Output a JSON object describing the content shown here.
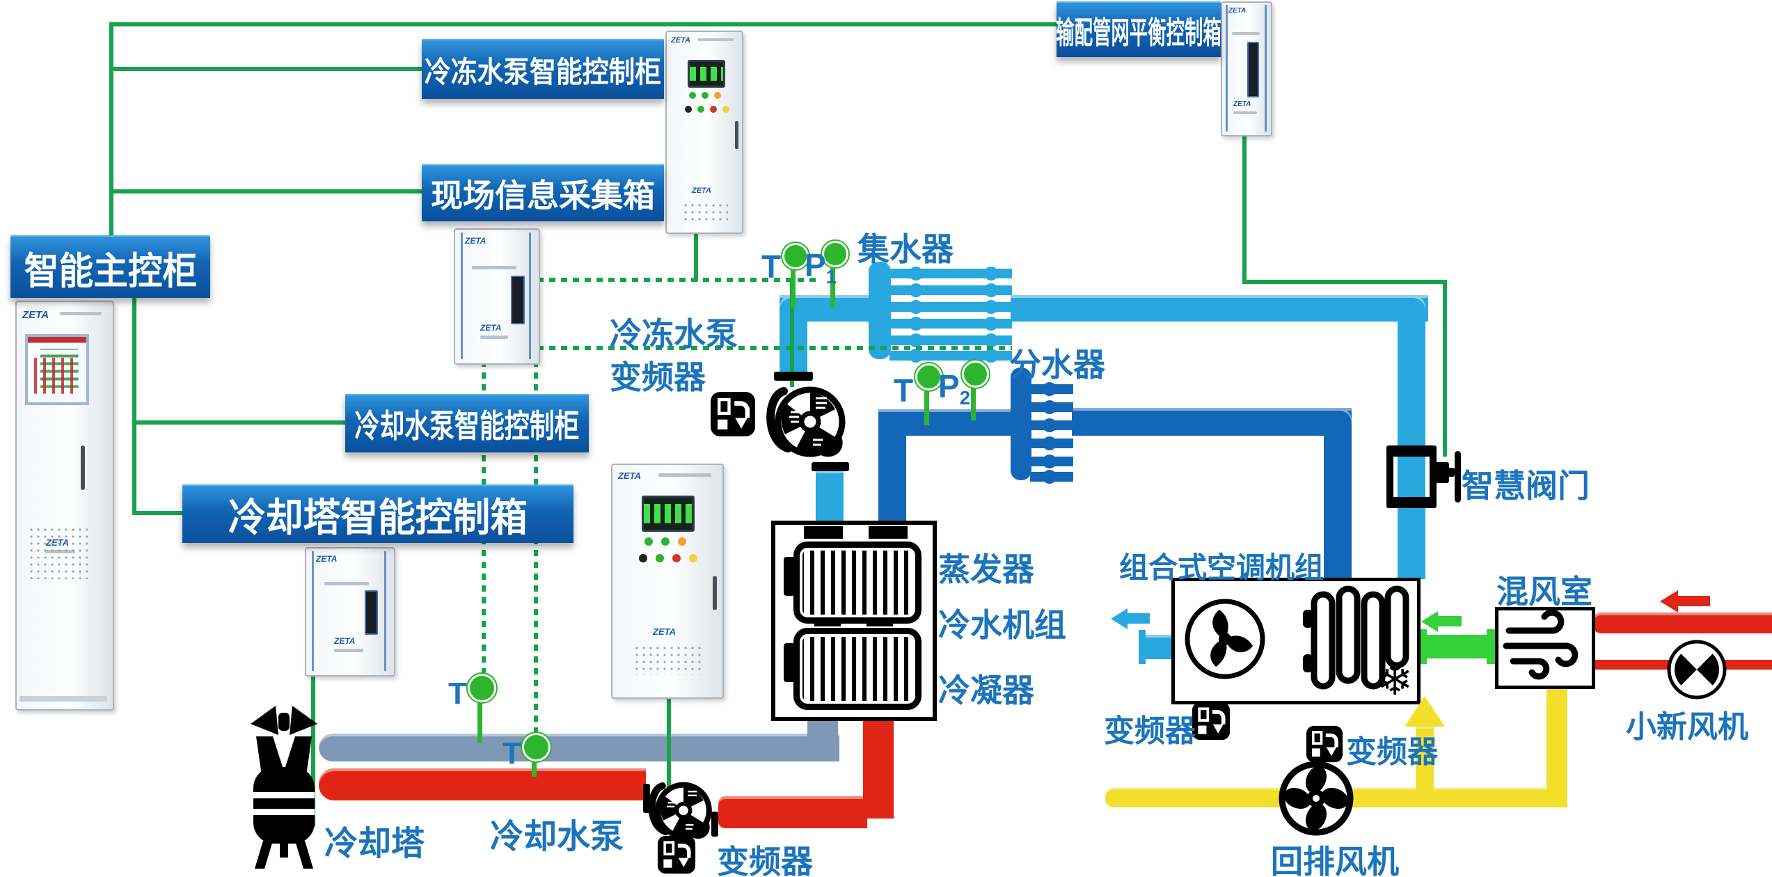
{
  "brand": {
    "zeta": "ZETA"
  },
  "banners": {
    "dispatch": "输配管网平衡控制箱",
    "chilled_pump": "冷冻水泵智能控制柜",
    "field_info": "现场信息采集箱",
    "master": "智能主控柜",
    "cooling_pump": "冷却水泵智能控制柜",
    "cooling_tower": "冷却塔智能控制箱"
  },
  "labels": {
    "collector": "集水器",
    "distributor": "分水器",
    "chilled_vfd_line1": "冷冻水泵",
    "chilled_vfd_line2": "变频器",
    "evaporator": "蒸发器",
    "chiller": "冷水机组",
    "condenser": "冷凝器",
    "ahu": "组合式空调机组",
    "mixing_room": "混风室",
    "smart_valve": "智慧阀门",
    "fresh_fan": "小新风机",
    "vfd_ahu": "变频器",
    "vfd_return_fan": "变频器",
    "vfd_cooling_pump": "变频器",
    "return_fan": "回排风机",
    "cooling_tower": "冷却塔",
    "cooling_pump": "冷却水泵"
  },
  "sensors": {
    "t": "T",
    "p": "P",
    "p1_sub": "1",
    "p2_sub": "2"
  },
  "colors": {
    "banner_blue": "#1266b4",
    "label_blue": "#1b74bc",
    "line_green": "#17a24b",
    "bright_green": "#35d13b",
    "pipe_light_blue": "#29a8e0",
    "pipe_dark_blue": "#1467b8",
    "pipe_gray": "#7e98b6",
    "pipe_red": "#e02517",
    "pipe_yellow": "#f2df2c",
    "sensor_green": "#2db52d"
  }
}
